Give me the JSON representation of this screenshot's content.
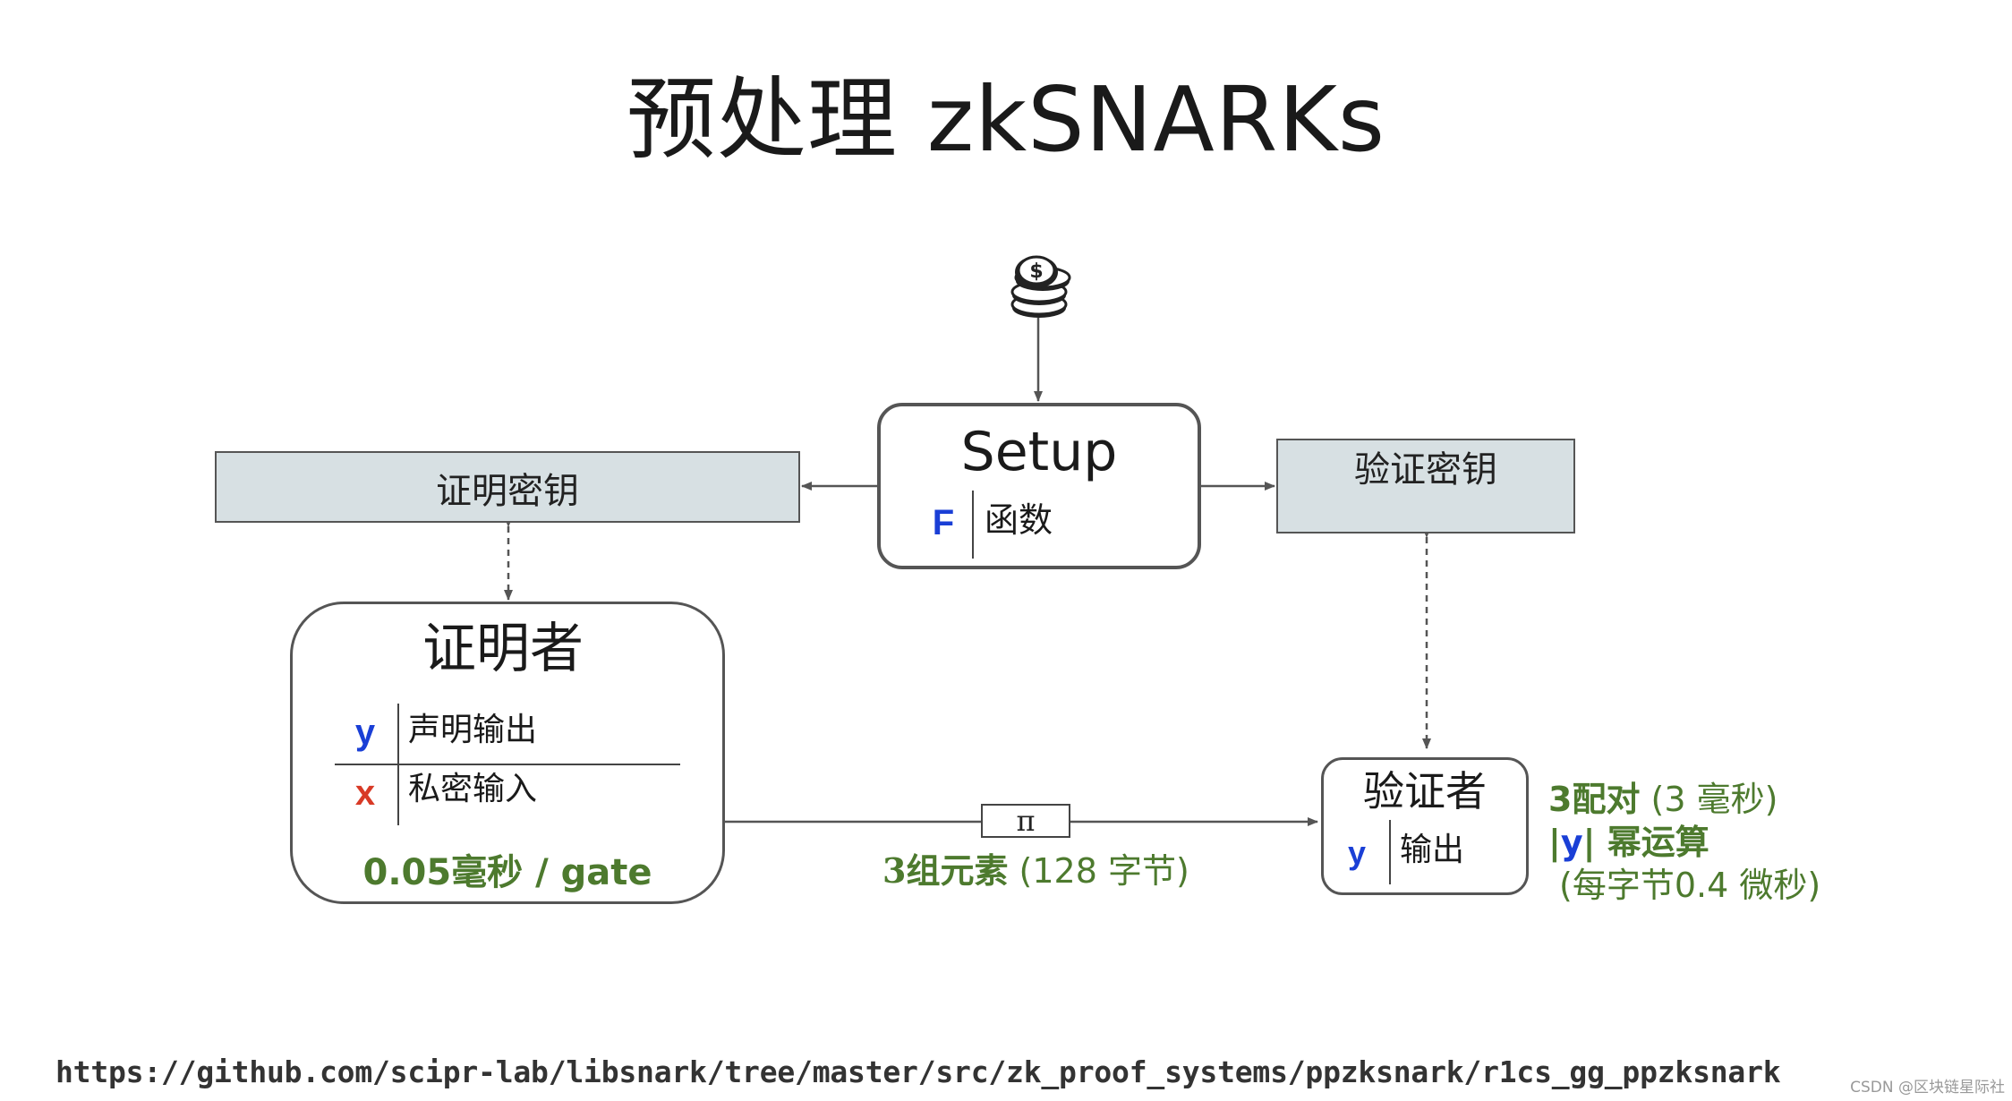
{
  "title": "预处理 zkSNARKs",
  "coins_icon": "coins-icon",
  "setup": {
    "title": "Setup",
    "var": "F",
    "var_label": "函数"
  },
  "proving_key": {
    "label": "证明密钥"
  },
  "verifying_key": {
    "label": "验证密钥"
  },
  "prover": {
    "title": "证明者",
    "rows": [
      {
        "var": "y",
        "label": "声明输出",
        "color": "#1a3fd6"
      },
      {
        "var": "x",
        "label": "私密输入",
        "color": "#d83a26"
      }
    ],
    "cost": "0.05毫秒 / gate"
  },
  "proof": {
    "symbol": "π",
    "size_bold": "3组元素",
    "size_rest": " (128 字节)"
  },
  "verifier": {
    "title": "验证者",
    "var": "y",
    "var_label": "输出"
  },
  "verifier_cost": {
    "line1_bold": "3配对",
    "line1_rest": " (3 毫秒)",
    "line2_bar1": "|",
    "line2_var": "y",
    "line2_bar2": "|",
    "line2_rest": " 幂运算",
    "line3": "(每字节0.4 微秒)"
  },
  "colors": {
    "accent_blue": "#1a3fd6",
    "accent_red": "#d83a26",
    "accent_green": "#4d7a2e",
    "key_fill": "#d7e0e3"
  },
  "footer": {
    "url": "https://github.com/scipr-lab/libsnark/tree/master/src/zk_proof_systems/ppzksnark/r1cs_gg_ppzksnark",
    "watermark": "CSDN @区块链星际社"
  }
}
